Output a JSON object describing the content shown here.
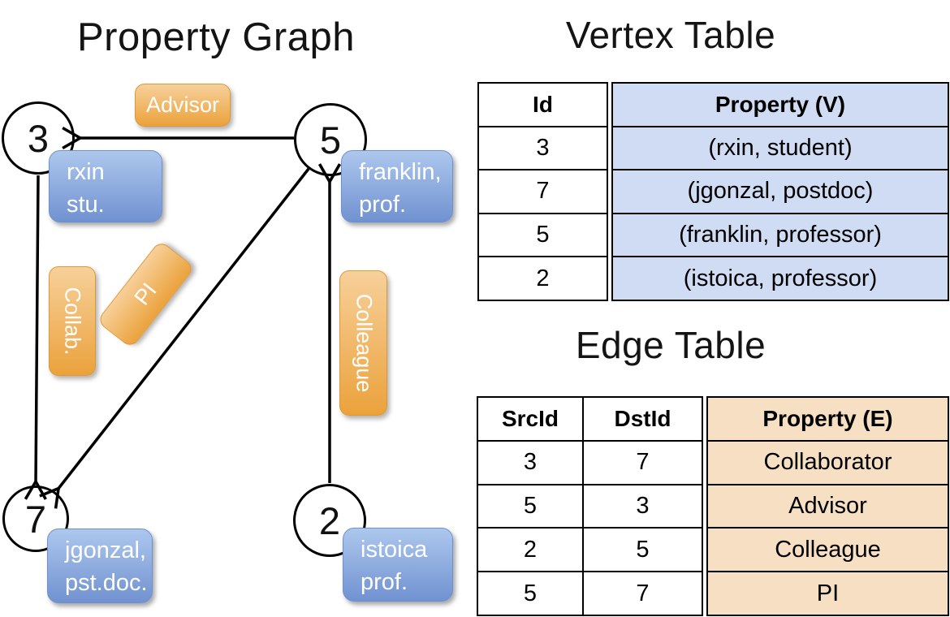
{
  "graph": {
    "title": "Property Graph",
    "nodes": [
      {
        "id": "3",
        "property_lines": [
          "rxin",
          "stu."
        ]
      },
      {
        "id": "5",
        "property_lines": [
          "franklin,",
          "prof."
        ]
      },
      {
        "id": "7",
        "property_lines": [
          "jgonzal,",
          "pst.doc."
        ]
      },
      {
        "id": "2",
        "property_lines": [
          "istoica",
          "prof."
        ]
      }
    ],
    "edge_labels": [
      "Advisor",
      "Collab.",
      "PI",
      "Colleague"
    ]
  },
  "vertex_table": {
    "title": "Vertex Table",
    "columns": [
      "Id",
      "Property (V)"
    ],
    "rows": [
      {
        "id": "3",
        "property": "(rxin, student)"
      },
      {
        "id": "7",
        "property": "(jgonzal, postdoc)"
      },
      {
        "id": "5",
        "property": "(franklin, professor)"
      },
      {
        "id": "2",
        "property": "(istoica, professor)"
      }
    ]
  },
  "edge_table": {
    "title": "Edge Table",
    "columns": [
      "SrcId",
      "DstId",
      "Property (E)"
    ],
    "rows": [
      {
        "src": "3",
        "dst": "7",
        "property": "Collaborator"
      },
      {
        "src": "5",
        "dst": "3",
        "property": "Advisor"
      },
      {
        "src": "2",
        "dst": "5",
        "property": "Colleague"
      },
      {
        "src": "5",
        "dst": "7",
        "property": "PI"
      }
    ]
  },
  "colors": {
    "edge_label_orange": "#eba23c",
    "vertex_property_blue": "#7b9cd6",
    "vertex_table_fill": "#cfdcf4",
    "edge_table_fill": "#f6dfc2",
    "line_color": "#000000",
    "text_on_boxes": "#ffffff"
  }
}
